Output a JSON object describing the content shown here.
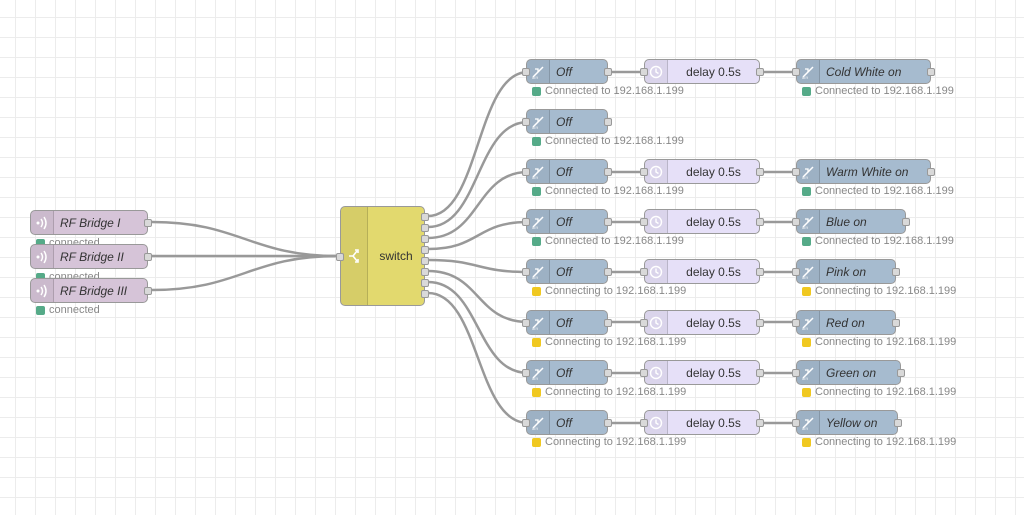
{
  "rf_bridges": [
    {
      "label": "RF Bridge I",
      "status": "connected"
    },
    {
      "label": "RF Bridge II",
      "status": "connected"
    },
    {
      "label": "RF Bridge III",
      "status": "connected"
    }
  ],
  "switch_node": {
    "label": "switch"
  },
  "flows": [
    {
      "off_label": "Off",
      "off_status": "Connected to 192.168.1.199",
      "off_color": "green",
      "delay_label": "delay 0.5s",
      "on_label": "Cold White on",
      "on_status": "Connected to 192.168.1.199",
      "on_color": "green"
    },
    {
      "off_label": "Off",
      "off_status": "Connected to 192.168.1.199",
      "off_color": "green"
    },
    {
      "off_label": "Off",
      "off_status": "Connected to 192.168.1.199",
      "off_color": "green",
      "delay_label": "delay 0.5s",
      "on_label": "Warm White on",
      "on_status": "Connected to 192.168.1.199",
      "on_color": "green"
    },
    {
      "off_label": "Off",
      "off_status": "Connected to 192.168.1.199",
      "off_color": "green",
      "delay_label": "delay 0.5s",
      "on_label": "Blue on",
      "on_status": "Connected to 192.168.1.199",
      "on_color": "green"
    },
    {
      "off_label": "Off",
      "off_status": "Connecting to 192.168.1.199",
      "off_color": "yellow",
      "delay_label": "delay 0.5s",
      "on_label": "Pink on",
      "on_status": "Connecting to 192.168.1.199",
      "on_color": "yellow"
    },
    {
      "off_label": "Off",
      "off_status": "Connecting to 192.168.1.199",
      "off_color": "yellow",
      "delay_label": "delay 0.5s",
      "on_label": "Red on",
      "on_status": "Connecting to 192.168.1.199",
      "on_color": "yellow"
    },
    {
      "off_label": "Off",
      "off_status": "Connecting to 192.168.1.199",
      "off_color": "yellow",
      "delay_label": "delay 0.5s",
      "on_label": "Green on",
      "on_status": "Connecting to 192.168.1.199",
      "on_color": "yellow"
    },
    {
      "off_label": "Off",
      "off_status": "Connecting to 192.168.1.199",
      "off_color": "yellow",
      "delay_label": "delay 0.5s",
      "on_label": "Yellow on",
      "on_status": "Connecting to 192.168.1.199",
      "on_color": "yellow"
    }
  ],
  "colors": {
    "rf_node": "#d6c4d8",
    "mqtt_node": "#a6bbcf",
    "delay_node": "#e6e0f8",
    "switch_node": "#e2d96e",
    "status_green": "#55aa88",
    "status_yellow": "#f0c820",
    "wire": "#999999"
  },
  "icons": {
    "rf": "rf-signal-icon",
    "mqtt": "mqtt-bridge-icon",
    "delay": "timer-icon",
    "switch": "switch-branch-icon"
  }
}
